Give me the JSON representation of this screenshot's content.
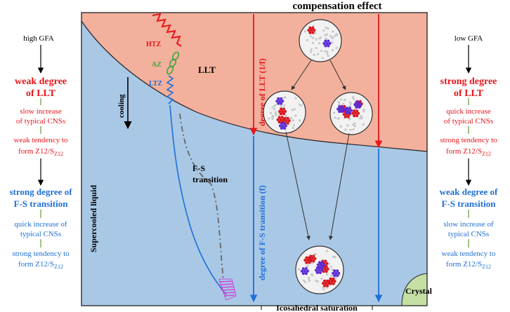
{
  "title": "compensation effect",
  "left": {
    "gfa": "high GFA",
    "llt_degree": [
      "weak degree",
      "of LLT"
    ],
    "llt_line1": [
      "slow increase",
      "of typical CNSs"
    ],
    "llt_line2": [
      "weak tendency to",
      "form Z12/S"
    ],
    "fs_degree": [
      "strong degree of",
      "F-S transition"
    ],
    "fs_line1": [
      "quick increase of",
      "typical CNSs"
    ],
    "fs_line2": [
      "strong tendency to",
      "form Z12/S"
    ]
  },
  "right": {
    "gfa": "low GFA",
    "llt_degree": [
      "strong degree",
      "of LLT"
    ],
    "llt_line1": [
      "quick increase",
      "of typical CNSs"
    ],
    "llt_line2": [
      "strong tendency to",
      "form Z12/S"
    ],
    "fs_degree": [
      "weak degree of",
      "F-S transition"
    ],
    "fs_line1": [
      "slow increase of",
      "typical CNSs"
    ],
    "fs_line2": [
      "weak tendency to",
      "form Z12/S"
    ]
  },
  "subscript": "Z12",
  "diagram": {
    "htz": "HTZ",
    "az": "AZ",
    "ltz": "LTZ",
    "llt": "LLT",
    "cooling": "cooling",
    "fs": [
      "F-S",
      "transition"
    ],
    "supercooled": "Supercooled liquid",
    "llt_axis": "degree of LLT (1/f)",
    "fs_axis": "degree of F-S transition (f)",
    "crystal": "Crystal",
    "saturation": "Icosahedral saturation"
  },
  "colors": {
    "red": "#e8151b",
    "blue": "#1f6fd6",
    "llt_region": "#f3b09c",
    "sc_region": "#a9c8e6",
    "crystal": "#c5dfa5",
    "cluster_red": "#d9141b",
    "cluster_purple": "#5a2bd6"
  }
}
